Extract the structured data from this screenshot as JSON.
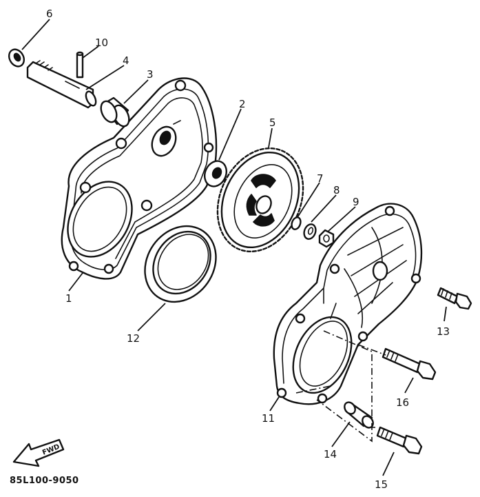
{
  "diagram": {
    "drawing_code": "85L100-9050",
    "direction_badge": "FWD",
    "callouts": [
      "1",
      "2",
      "3",
      "4",
      "5",
      "6",
      "7",
      "8",
      "9",
      "10",
      "11",
      "12",
      "13",
      "14",
      "15",
      "16"
    ]
  }
}
